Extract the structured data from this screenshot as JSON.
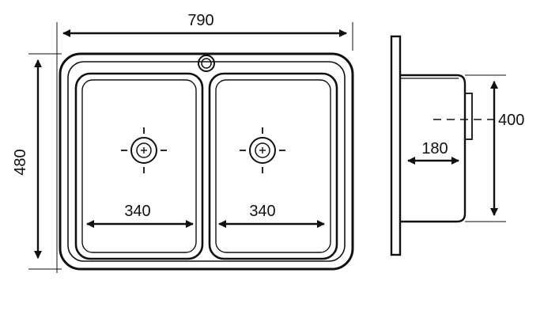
{
  "dimensions": {
    "overall_width": "790",
    "overall_height": "480",
    "left_bowl_width": "340",
    "right_bowl_width": "340",
    "bowl_depth": "180",
    "side_height": "400"
  },
  "colors": {
    "line": "#111111",
    "background": "#ffffff"
  }
}
